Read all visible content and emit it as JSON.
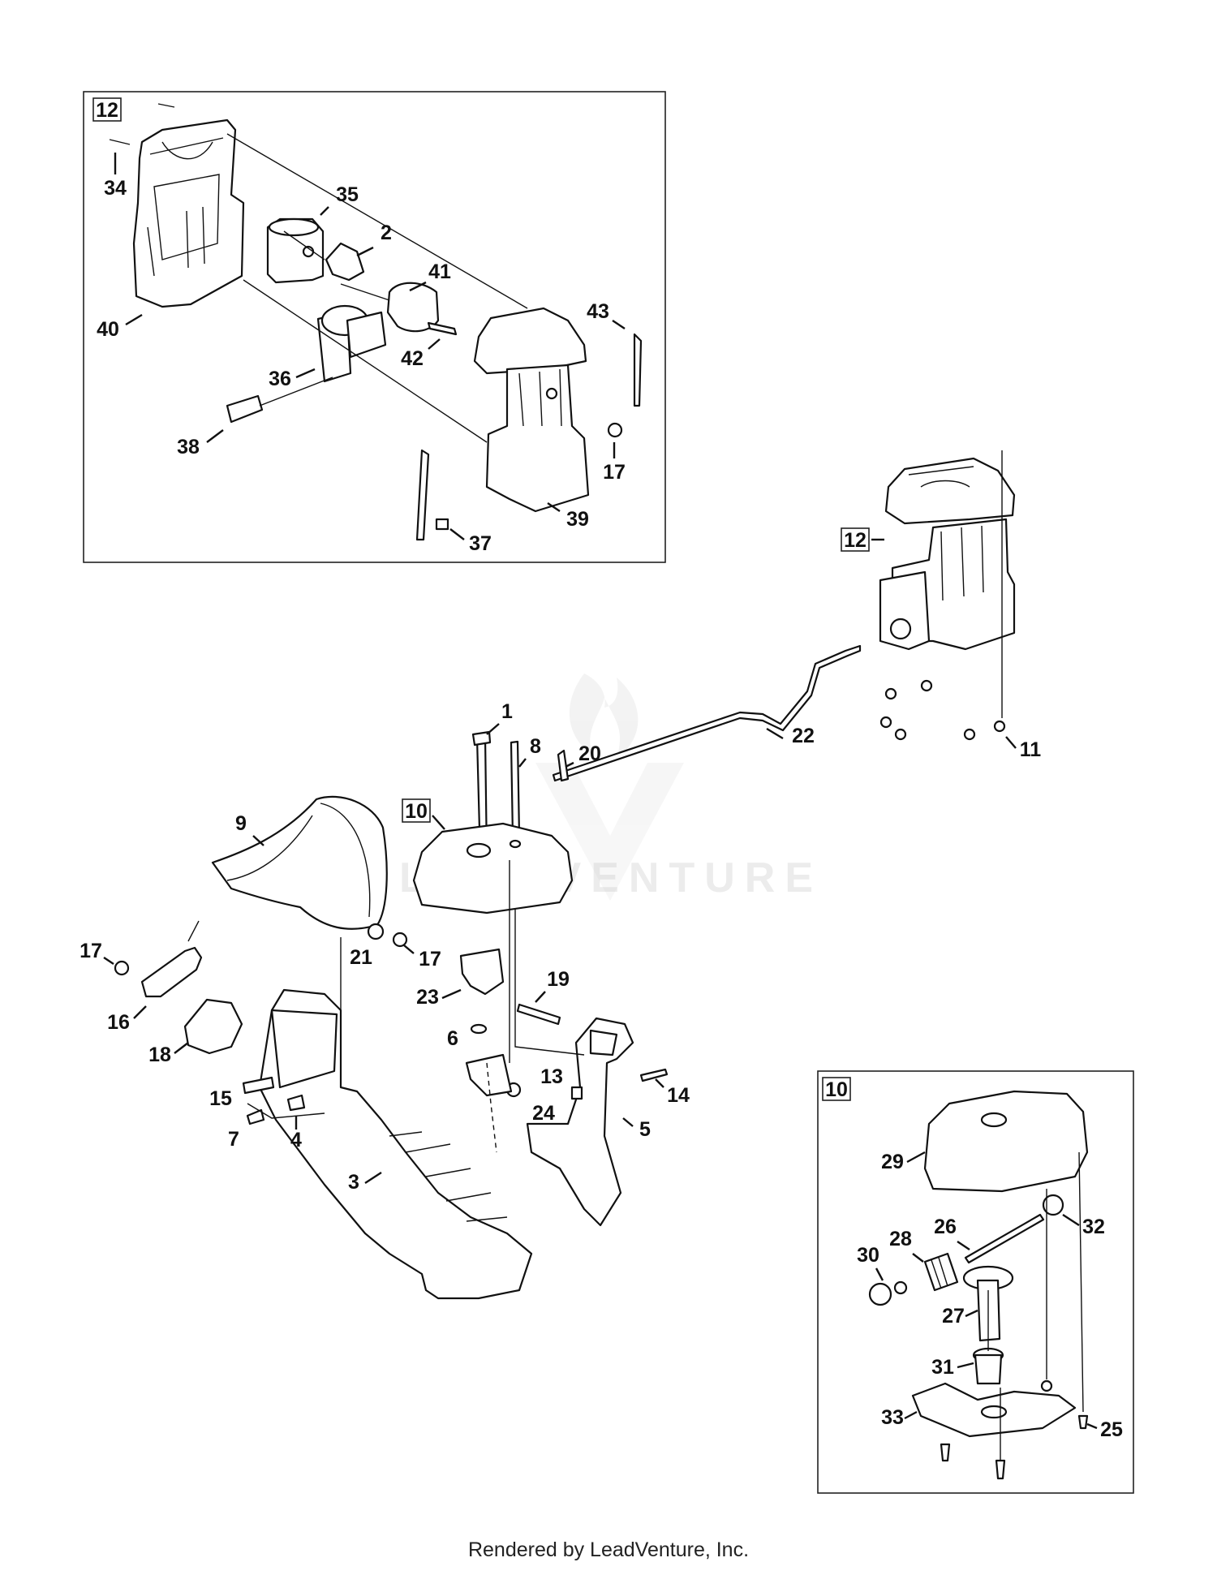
{
  "diagram": {
    "footer": "Rendered by LeadVenture, Inc.",
    "watermark": "LEADVENTURE",
    "insets": [
      {
        "id": "inset-12",
        "ref": "12"
      },
      {
        "id": "inset-10",
        "ref": "10"
      }
    ],
    "assembly_refs": [
      "12",
      "10"
    ],
    "part_numbers": {
      "p1": "1",
      "p2": "2",
      "p3": "3",
      "p4": "4",
      "p5": "5",
      "p6": "6",
      "p7": "7",
      "p8": "8",
      "p9": "9",
      "p11": "11",
      "p13": "13",
      "p14": "14",
      "p15": "15",
      "p16": "16",
      "p17a": "17",
      "p17b": "17",
      "p17c": "17",
      "p18": "18",
      "p19": "19",
      "p20": "20",
      "p21": "21",
      "p22": "22",
      "p23": "23",
      "p24": "24",
      "p25": "25",
      "p26": "26",
      "p27": "27",
      "p28": "28",
      "p29": "29",
      "p30": "30",
      "p31": "31",
      "p32": "32",
      "p33": "33",
      "p34": "34",
      "p35": "35",
      "p36": "36",
      "p37": "37",
      "p38": "38",
      "p39": "39",
      "p40": "40",
      "p41": "41",
      "p42": "42",
      "p43": "43"
    }
  }
}
